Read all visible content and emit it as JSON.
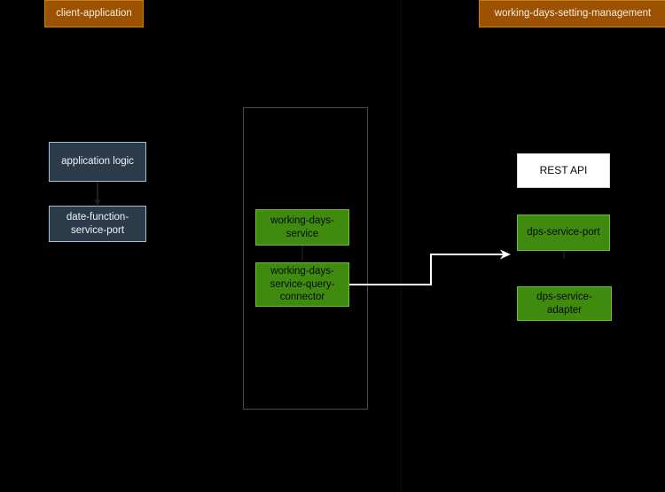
{
  "diagram": {
    "background_color": "#000000",
    "title_labels": [
      {
        "id": "client-application",
        "text": "client-application"
      },
      {
        "id": "working-days-setting-management",
        "text": "working-days-setting-management"
      }
    ],
    "colors": {
      "context_label_fill": "#9c5200",
      "context_label_border": "#c8820f",
      "blue_node_fill": "#2b3b4a",
      "blue_node_border": "#9dc2dd",
      "green_node_fill": "#3e8b0f",
      "green_node_border": "#6fbb33",
      "white_node_fill": "#ffffff",
      "container_border": "#4a4a4a",
      "connector_white": "#ffffff",
      "connector_dark": "#1c1c1c"
    },
    "client_nodes": [
      {
        "id": "application-logic",
        "text": "application logic"
      },
      {
        "id": "date-function-service-port",
        "text": "date-function-service-port"
      }
    ],
    "service_container": {
      "id": "working-days-service-container",
      "nodes": [
        {
          "id": "working-days-service",
          "text": "working-days-service"
        },
        {
          "id": "working-days-service-query-connector",
          "text": "working-days-service-query-connector"
        }
      ]
    },
    "right_nodes": [
      {
        "id": "rest-api",
        "text": "REST API"
      },
      {
        "id": "dps-service-port",
        "text": "dps-service-port"
      },
      {
        "id": "dps-service-adapter",
        "text": "dps-service-adapter"
      }
    ]
  }
}
